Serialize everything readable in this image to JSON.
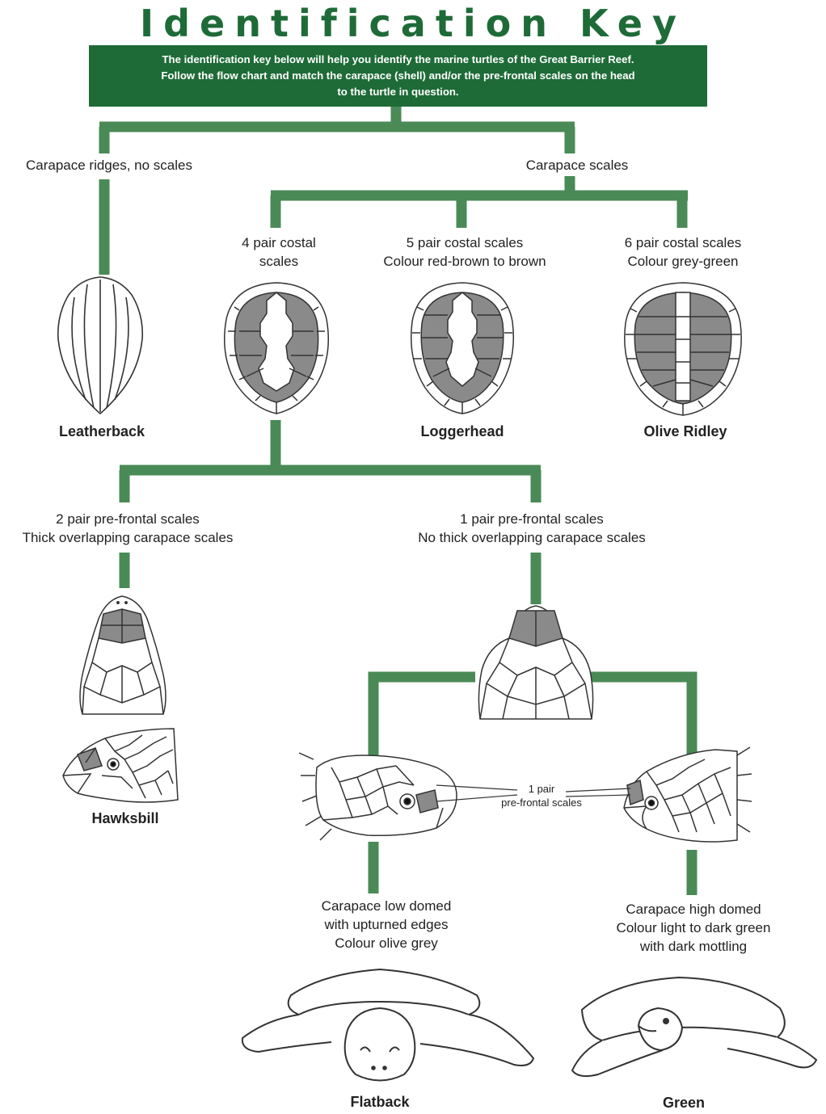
{
  "title": "Identification Key",
  "intro": {
    "line1": "The identification key below will help you identify the marine turtles of the Great Barrier Reef.",
    "line2": "Follow the flow chart and match the carapace (shell) and/or the pre-frontal scales on the head",
    "line3": "to the turtle in question."
  },
  "branches": {
    "ridges": "Carapace ridges, no scales",
    "scales": "Carapace scales",
    "four_pair": {
      "line1": "4 pair costal",
      "line2": "scales"
    },
    "five_pair": {
      "line1": "5 pair costal scales",
      "line2": "Colour red-brown to brown"
    },
    "six_pair": {
      "line1": "6 pair costal scales",
      "line2": "Colour grey-green"
    },
    "two_prefrontal": {
      "line1": "2 pair pre-frontal scales",
      "line2": "Thick overlapping carapace scales"
    },
    "one_prefrontal": {
      "line1": "1 pair pre-frontal scales",
      "line2": "No thick overlapping carapace scales"
    },
    "low_domed": {
      "line1": "Carapace low domed",
      "line2": "with upturned edges",
      "line3": "Colour olive grey"
    },
    "high_domed": {
      "line1": "Carapace high domed",
      "line2": "Colour light to dark green",
      "line3": "with dark mottling"
    }
  },
  "callout": {
    "line1": "1 pair",
    "line2": "pre-frontal scales"
  },
  "species": {
    "leatherback": "Leatherback",
    "loggerhead": "Loggerhead",
    "olive_ridley": "Olive Ridley",
    "hawksbill": "Hawksbill",
    "flatback": "Flatback",
    "green": "Green"
  },
  "colors": {
    "brand_green": "#1e6b38",
    "line_green": "#4a8a57",
    "scute_grey": "#8a8a8a"
  }
}
